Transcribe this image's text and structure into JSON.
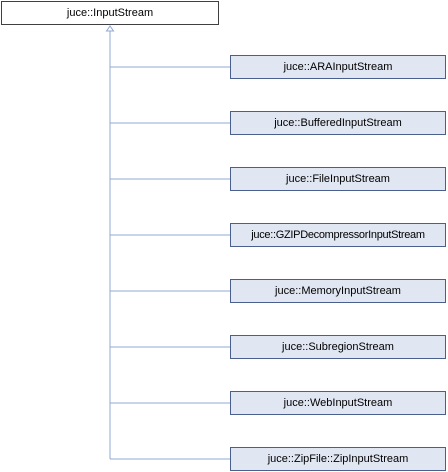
{
  "diagram": {
    "base_class": "juce::InputStream",
    "derived_classes": [
      "juce::ARAInputStream",
      "juce::BufferedInputStream",
      "juce::FileInputStream",
      "juce::GZIPDecompressorInputStream",
      "juce::MemoryInputStream",
      "juce::SubregionStream",
      "juce::WebInputStream",
      "juce::ZipFile::ZipInputStream"
    ],
    "colors": {
      "connector": "#8fa8d6",
      "derived_fill": "#e0e6f2",
      "derived_border": "#4a5f8e",
      "base_border": "#404040"
    }
  }
}
